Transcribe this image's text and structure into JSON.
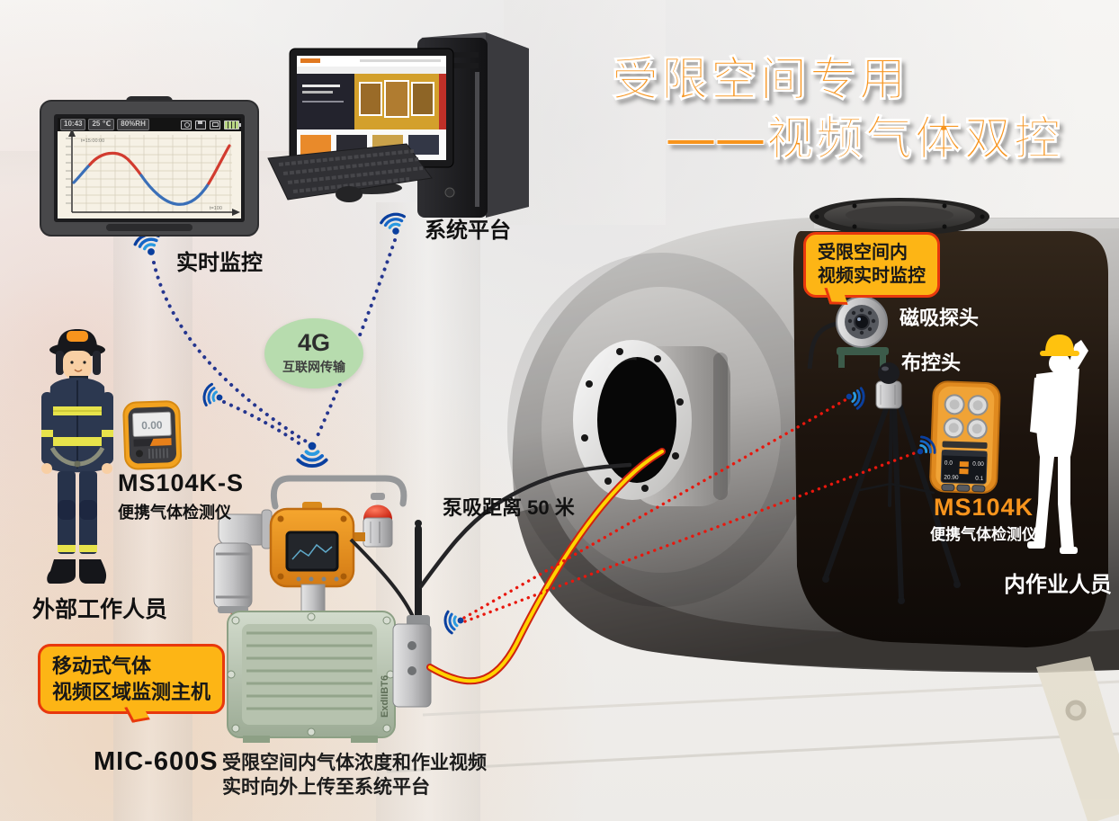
{
  "title": {
    "line1": "受限空间专用",
    "line2": "——视频气体双控"
  },
  "monitoring": {
    "label": "实时监控"
  },
  "platform": {
    "label": "系统平台"
  },
  "network": {
    "name": "4G",
    "desc": "互联网传输"
  },
  "tablet": {
    "time": "10:43",
    "temperature": "25 ℃",
    "humidity": "80%RH",
    "chart": {
      "type": "line",
      "top_annotation": "t=15:00:00",
      "right_annotation": "t=100"
    }
  },
  "external": {
    "detector_model": "MS104K-S",
    "detector_type": "便携气体检测仪",
    "detector_reading": "0.00",
    "worker_caption": "外部工作人员"
  },
  "host": {
    "bubble_line1": "移动式气体",
    "bubble_line2": "视频区域监测主机",
    "model": "MIC-600S",
    "marking": "ExdIIBT6",
    "pump_note": "泵吸距离 50 米",
    "desc_line1": "受限空间内气体浓度和作业视频",
    "desc_line2": "实时向外上传至系统平台"
  },
  "tank": {
    "bubble_line1": "受限空间内",
    "bubble_line2": "视频实时监控",
    "camera_label": "磁吸探头",
    "ptz_label": "布控头",
    "detector_model": "MS104K",
    "detector_type": "便携气体检测仪",
    "detector_screen": {
      "values": [
        "0.0",
        "0.00",
        "20.90",
        "0.1"
      ]
    },
    "worker_caption": "内作业人员"
  },
  "colors": {
    "accent_orange": "#f7941d",
    "bubble_yellow": "#fdb515",
    "bubble_border": "#e8380d",
    "wifi_blue": "#1565c6",
    "dotted_blue": "#25368f",
    "dotted_red": "#e8170d",
    "badge_green": "#b7dcae"
  }
}
